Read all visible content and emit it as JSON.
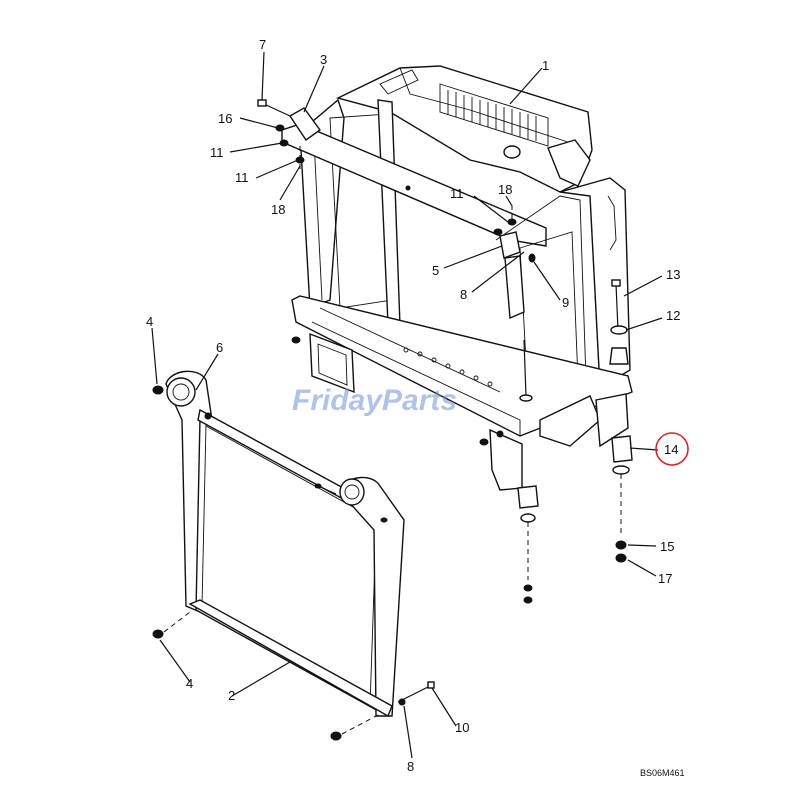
{
  "callouts": [
    {
      "id": "c1",
      "label": "1"
    },
    {
      "id": "c2",
      "label": "2"
    },
    {
      "id": "c3",
      "label": "3"
    },
    {
      "id": "c4a",
      "label": "4"
    },
    {
      "id": "c4b",
      "label": "4"
    },
    {
      "id": "c5",
      "label": "5"
    },
    {
      "id": "c6",
      "label": "6"
    },
    {
      "id": "c7",
      "label": "7"
    },
    {
      "id": "c8a",
      "label": "8"
    },
    {
      "id": "c8b",
      "label": "8"
    },
    {
      "id": "c9",
      "label": "9"
    },
    {
      "id": "c10",
      "label": "10"
    },
    {
      "id": "c11a",
      "label": "11"
    },
    {
      "id": "c11b",
      "label": "11"
    },
    {
      "id": "c11c",
      "label": "11"
    },
    {
      "id": "c12",
      "label": "12"
    },
    {
      "id": "c13",
      "label": "13"
    },
    {
      "id": "c14",
      "label": "14",
      "highlighted": true
    },
    {
      "id": "c15",
      "label": "15"
    },
    {
      "id": "c16",
      "label": "16"
    },
    {
      "id": "c17",
      "label": "17"
    },
    {
      "id": "c18a",
      "label": "18"
    },
    {
      "id": "c18b",
      "label": "18"
    }
  ],
  "watermark": "FridayParts",
  "drawing_code": "BS06M461",
  "colors": {
    "highlight_circle": "#d9252b",
    "watermark": "#6f8fd0",
    "line": "#111111"
  }
}
